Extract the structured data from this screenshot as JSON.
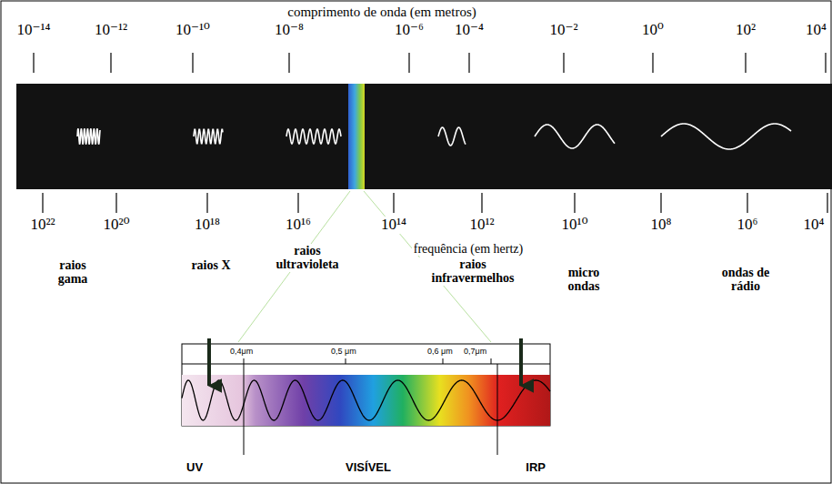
{
  "diagram": {
    "labels": [
      "comprimento de onda (em metros)",
      "10⁻¹⁴",
      "10⁻¹²",
      "10⁻¹⁰",
      "10⁻⁸",
      "10⁻⁶",
      "10⁻⁴",
      "10⁻²",
      "10⁰",
      "10²",
      "10⁴",
      "10²²",
      "10²⁰",
      "10¹⁸",
      "10¹⁶",
      "10¹⁴",
      "10¹²",
      "10¹⁰",
      "10⁸",
      "10⁶",
      "10⁴",
      "raios gama",
      "raios X",
      "raios ultravioleta",
      "frequência (em hertz)",
      "raios infravermelhos",
      "micro ondas",
      "ondas de rádio",
      "0,4μm",
      "0,5 μm",
      "0,6 μm",
      "0,7μm",
      "UV",
      "VISÍVEL",
      "IRP"
    ]
  }
}
